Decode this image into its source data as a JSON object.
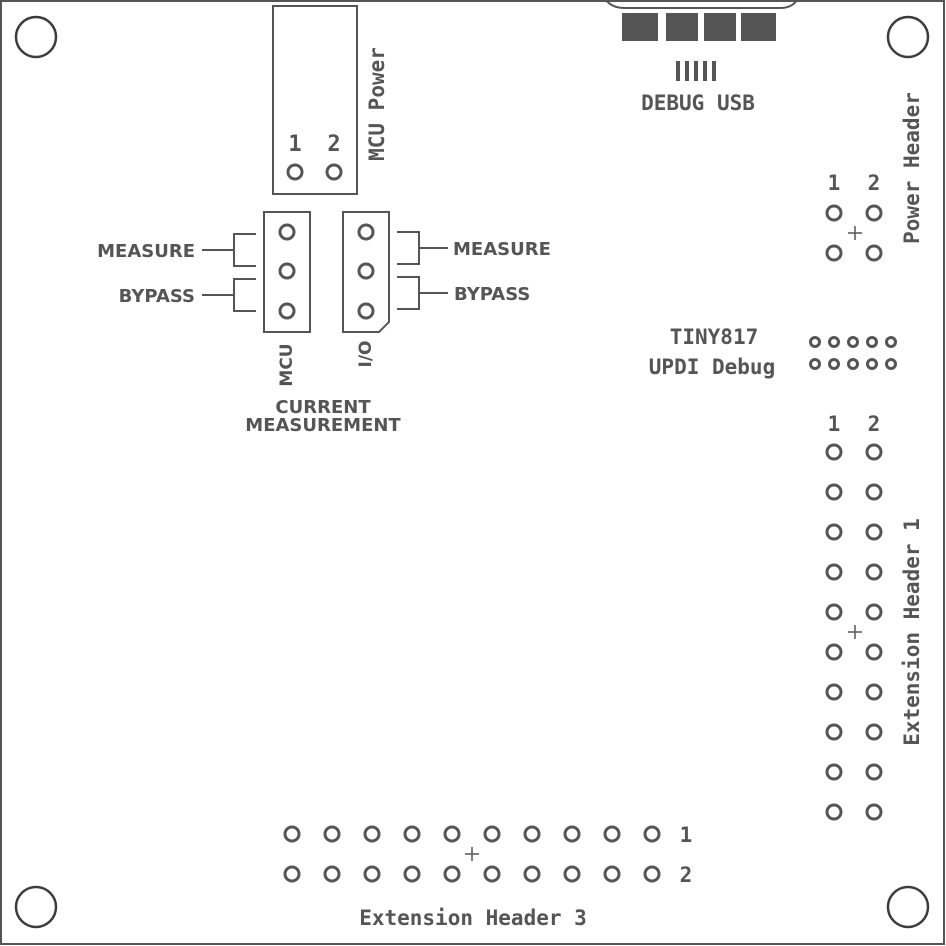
{
  "debug_usb": {
    "label": "DEBUG USB"
  },
  "mcu_power": {
    "title": "MCU Power",
    "pin1": "1",
    "pin2": "2"
  },
  "power_header": {
    "title": "Power Header",
    "pin1": "1",
    "pin2": "2"
  },
  "current_measurement": {
    "title_line1": "CURRENT",
    "title_line2": "MEASUREMENT",
    "mcu_jumper_label": "MCU",
    "io_jumper_label": "I/O",
    "mcu_measure": "MEASURE",
    "mcu_bypass": "BYPASS",
    "io_measure": "MEASURE",
    "io_bypass": "BYPASS"
  },
  "updi_debug": {
    "line1": "TINY817",
    "line2": "UPDI Debug"
  },
  "extension_header_1": {
    "title": "Extension Header 1",
    "pin1": "1",
    "pin2": "2"
  },
  "extension_header_3": {
    "title": "Extension Header 3",
    "pin1": "1",
    "pin2": "2"
  },
  "colors": {
    "silkscreen": "#555555",
    "board": "#ffffff",
    "edge": "#3d3d3d"
  }
}
